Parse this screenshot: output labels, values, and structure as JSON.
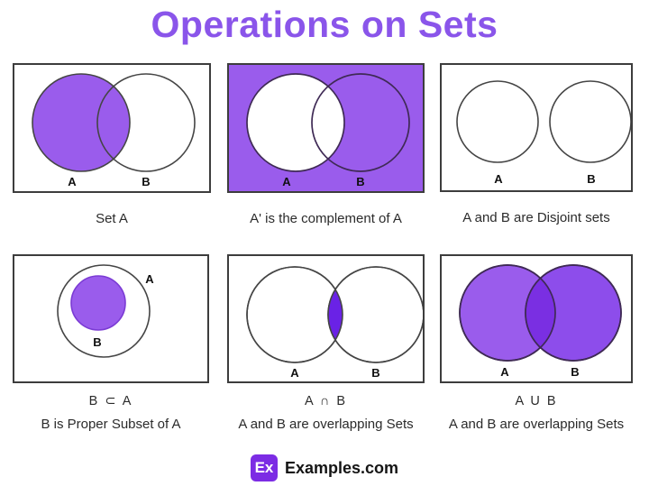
{
  "title": "Operations on Sets",
  "panels": [
    {
      "id": "set-a",
      "caption": "Set A",
      "label_a": "A",
      "label_b": "B"
    },
    {
      "id": "complement",
      "caption": "A' is the complement of A",
      "label_a": "A",
      "label_b": "B"
    },
    {
      "id": "disjoint",
      "caption": "A and B are Disjoint sets",
      "label_a": "A",
      "label_b": "B"
    },
    {
      "id": "subset",
      "formula": "B ⊂ A",
      "caption": "B is Proper Subset of A",
      "label_a": "A",
      "label_b": "B"
    },
    {
      "id": "intersection",
      "formula": "A ∩ B",
      "caption": "A and B are overlapping Sets",
      "label_a": "A",
      "label_b": "B"
    },
    {
      "id": "union",
      "formula": "A U B",
      "caption": "A and B are overlapping Sets",
      "label_a": "A",
      "label_b": "B"
    }
  ],
  "footer": {
    "logo": "Ex",
    "site": "Examples.com"
  },
  "colors": {
    "title": "#8a55ea",
    "purple_fill": "#9a5cec",
    "purple_fill_b": "#8d4deb",
    "intersection_fill": "#6a22e6",
    "union_overlap_fill": "#7a2fe2",
    "outline": "#454545",
    "outline_on_purple": "#3f2a55",
    "subset_rim": "#7b3bd4",
    "box_border": "#3d3d3d",
    "text": "#2b2b2b",
    "logo_bg": "#7c2ce4"
  }
}
